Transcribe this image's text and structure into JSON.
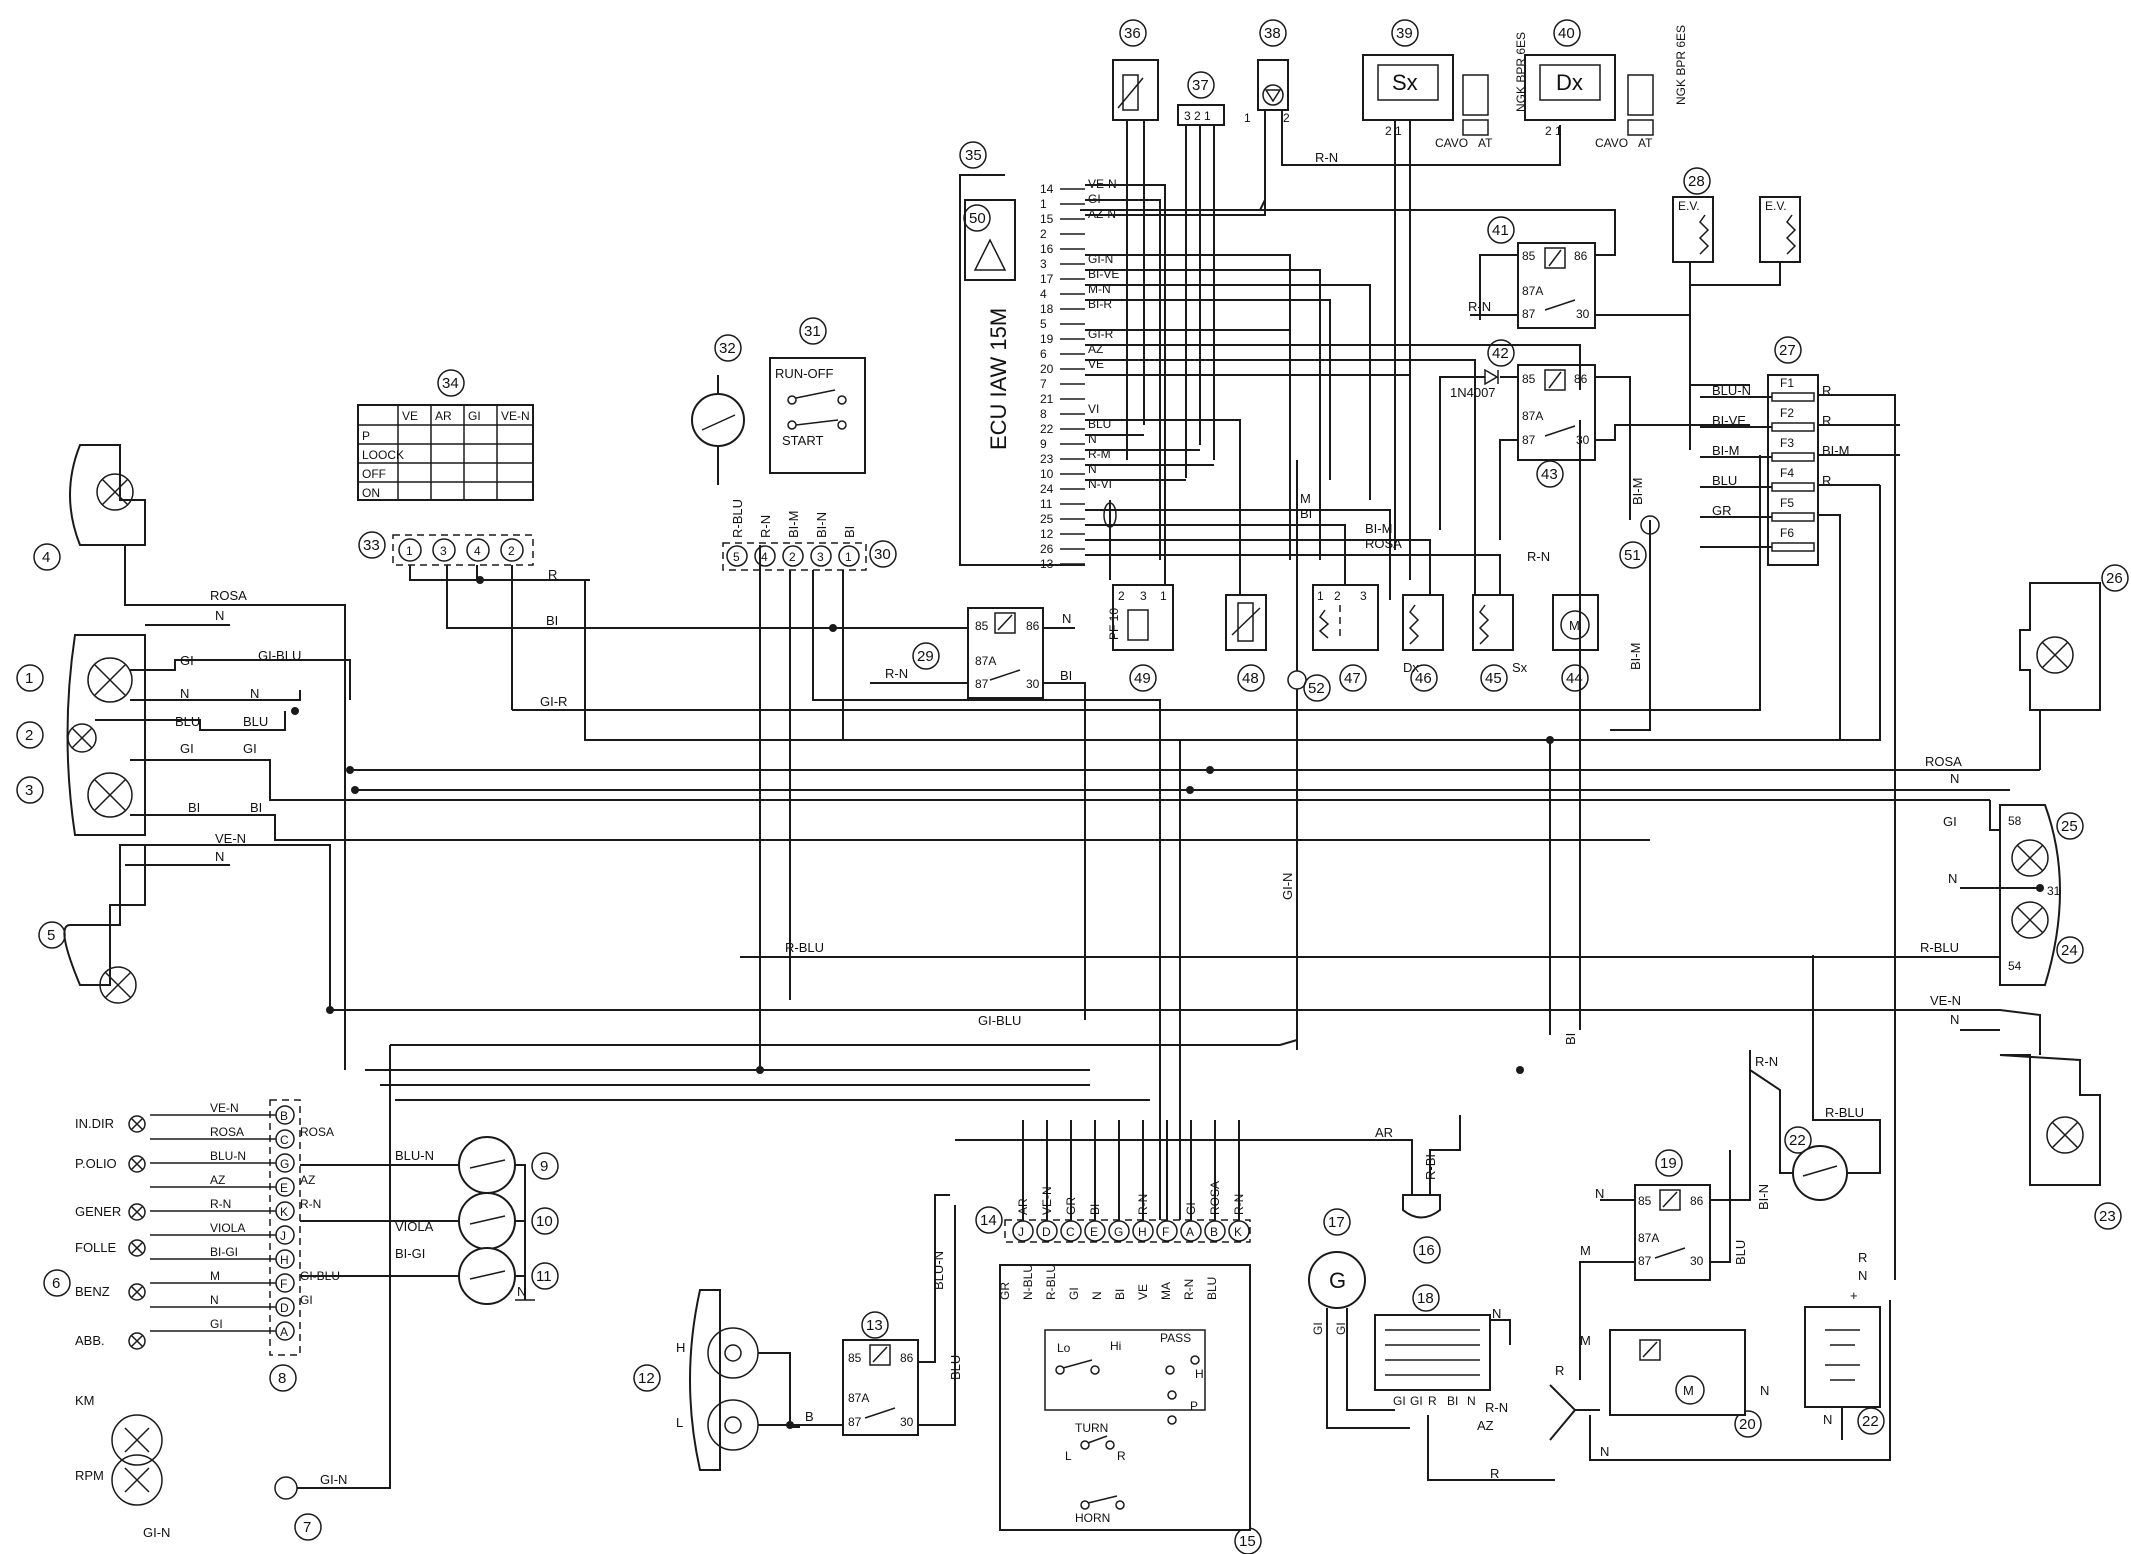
{
  "components": {
    "c1": "1",
    "c2": "2",
    "c3": "3",
    "c4": "4",
    "c5": "5",
    "c6": "6",
    "c7": "7",
    "c8": "8",
    "c9": "9",
    "c10": "10",
    "c11": "11",
    "c12": "12",
    "c13": "13",
    "c14": "14",
    "c15": "15",
    "c16": "16",
    "c17": "17",
    "c18": "18",
    "c19": "19",
    "c20": "20",
    "c22a": "22",
    "c22b": "22",
    "c23": "23",
    "c24": "24",
    "c25": "25",
    "c26": "26",
    "c27": "27",
    "c28": "28",
    "c29": "29",
    "c30": "30",
    "c31": "31",
    "c32": "32",
    "c33": "33",
    "c34": "34",
    "c35": "35",
    "c36": "36",
    "c37": "37",
    "c38": "38",
    "c39": "39",
    "c40": "40",
    "c41": "41",
    "c42": "42",
    "c43": "43",
    "c44": "44",
    "c45": "45",
    "c46": "46",
    "c47": "47",
    "c48": "48",
    "c49": "49",
    "c50": "50",
    "c51": "51",
    "c52": "52"
  },
  "ecu": {
    "title": "ECU IAW 15M",
    "pins": [
      "14",
      "1",
      "15",
      "2",
      "16",
      "3",
      "17",
      "4",
      "18",
      "5",
      "19",
      "6",
      "20",
      "7",
      "21",
      "8",
      "22",
      "9",
      "23",
      "10",
      "24",
      "11",
      "25",
      "12",
      "26",
      "13"
    ],
    "wires": [
      "VE-N",
      "GI",
      "AZ-N",
      "",
      "",
      "GI-N",
      "BI-VE",
      "M-N",
      "BI-R",
      "",
      "GI-R",
      "AZ",
      "VE",
      "",
      "",
      "VI",
      "BLU",
      "N",
      "R-M",
      "N",
      "N-VI",
      "",
      "",
      "",
      "",
      ""
    ]
  },
  "key_switch": {
    "cols": [
      "VE",
      "AR",
      "GI",
      "VE-N"
    ],
    "rows": [
      "P",
      "LOOCK",
      "OFF",
      "ON"
    ],
    "connector": [
      "1",
      "3",
      "4",
      "2"
    ]
  },
  "run_off": {
    "run": "RUN-OFF",
    "start": "START"
  },
  "connector30": {
    "pins": [
      "5",
      "4",
      "2",
      "3",
      "1"
    ],
    "wires": [
      "R-BLU",
      "R-N",
      "BI-M",
      "BI-N",
      "BI"
    ]
  },
  "ignition": {
    "sx": "Sx",
    "dx": "Dx",
    "plug": "NGK BPR 6ES",
    "cable": "CAVO",
    "at": "AT"
  },
  "coil_pins": {
    "p2": "2",
    "p1": "1",
    "p3": "3"
  },
  "sensor_labels": {
    "dx": "Dx",
    "sx": "Sx",
    "pf": "PF 10",
    "m": "M",
    "ev": "E.V."
  },
  "relay_pins": {
    "p85": "85",
    "p86": "86",
    "p87a": "87A",
    "p87": "87",
    "p30": "30"
  },
  "diode": "1N4007",
  "fuses": [
    "F1",
    "F2",
    "F3",
    "F4",
    "F5",
    "F6"
  ],
  "fuse_wires_left": [
    "BLU-N",
    "BI-VE",
    "BI-M",
    "BLU",
    "GR",
    ""
  ],
  "fuse_wires_right": [
    "R",
    "R",
    "BI-M",
    "R",
    "",
    ""
  ],
  "dashboard": {
    "labels": [
      "IN.DIR",
      "P.OLIO",
      "GENER",
      "FOLLE",
      "BENZ",
      "ABB.",
      "KM",
      "RPM"
    ],
    "connector": [
      "B",
      "C",
      "G",
      "E",
      "K",
      "J",
      "H",
      "F",
      "D",
      "A"
    ],
    "conn_wires": [
      "VE-N",
      "ROSA",
      "BLU-N",
      "AZ",
      "R-N",
      "VIOLA",
      "BI-GI",
      "M",
      "N",
      "GI"
    ],
    "conn_wires_right": [
      "",
      "ROSA",
      "",
      "AZ",
      "R-N",
      "",
      "",
      "GI-BLU",
      "GI",
      ""
    ]
  },
  "switch_block": {
    "pins": [
      "J",
      "D",
      "C",
      "E",
      "G",
      "H",
      "F",
      "A",
      "B",
      "K"
    ],
    "wires": [
      "AR",
      "VE-N",
      "GR",
      "BI",
      "",
      "R-N",
      "",
      "GI",
      "ROSA",
      "R-N"
    ],
    "inner": [
      "Lo",
      "Hi",
      "PASS",
      "H",
      "P",
      "TURN",
      "L",
      "R",
      "HORN"
    ],
    "low": [
      "GR",
      "N-BLU",
      "R-BLU",
      "GI",
      "N",
      "BI",
      "VE",
      "MA",
      "R-N",
      "BLU"
    ]
  },
  "horn": {
    "h": "H",
    "l": "L",
    "b": "B"
  },
  "generator": "G",
  "wire_labels": {
    "rosa": "ROSA",
    "n": "N",
    "gi": "GI",
    "gi_blu": "GI-BLU",
    "blu": "BLU",
    "bi": "BI",
    "ve_n": "VE-N",
    "r": "R",
    "gi_r": "GI-R",
    "r_blu": "R-BLU",
    "r_n": "R-N",
    "ar": "AR",
    "r_bi": "R-BI",
    "bi_m": "BI-M",
    "gi_n": "GI-N",
    "az": "AZ",
    "m": "M",
    "bi_n": "BI-N",
    "blu_n": "BLU-N",
    "viola": "VIOLA",
    "bi_gi": "BI-GI",
    "blu_n2": "BLU-N",
    "r_m": "R-M",
    "b": "B"
  },
  "rear_light": {
    "p58": "58",
    "p31": "31",
    "p54": "54"
  },
  "battery": {
    "plus": "+",
    "r": "R",
    "n": "N"
  }
}
